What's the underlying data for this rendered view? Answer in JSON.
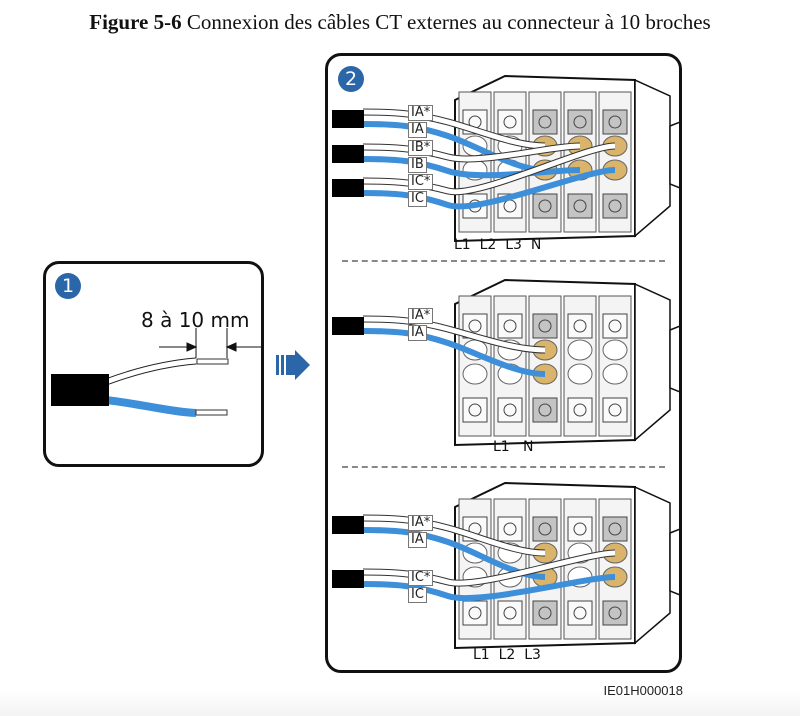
{
  "caption": {
    "number": "Figure 5-6",
    "text": "Connexion des câbles CT externes au connecteur à 10 broches"
  },
  "step1": {
    "badge": "1",
    "dimension_label": "8 à 10 mm"
  },
  "step2": {
    "badge": "2",
    "sections": [
      {
        "wire_labels": [
          "IA*",
          "IA",
          "IB*",
          "IB",
          "IC*",
          "IC"
        ],
        "terminal_labels": "L1  L2  L3  N"
      },
      {
        "wire_labels": [
          "IA*",
          "IA"
        ],
        "terminal_labels": "L1   N"
      },
      {
        "wire_labels": [
          "IA*",
          "IA",
          "IC*",
          "IC"
        ],
        "terminal_labels": "L1  L2  L3"
      }
    ]
  },
  "figure_code": "IE01H000018",
  "colors": {
    "badge": "#2a66a8",
    "blue_wire": "#3d8fd9",
    "terminal_gold": "#d9b46a",
    "terminal_gray": "#c4c4c4",
    "arrow": "#2a66a8"
  }
}
